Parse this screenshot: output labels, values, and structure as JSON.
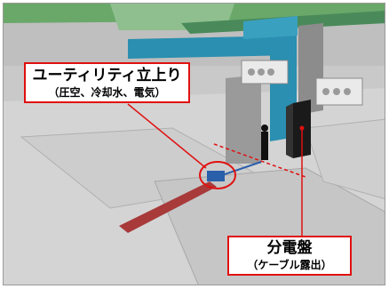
{
  "callouts": {
    "utility": {
      "title": "ユーティリティ立上り",
      "subtitle": "（圧空、冷却水、電気）"
    },
    "panel": {
      "title": "分電盤",
      "subtitle": "（ケーブル露出）"
    }
  },
  "colors": {
    "accent_red": "#e01010",
    "duct_blue": "#2a8fb0",
    "floor_gray": "#cfcfcf",
    "cable_tray_red": "#a83a3a",
    "beam_green": "#3a9a5a"
  }
}
